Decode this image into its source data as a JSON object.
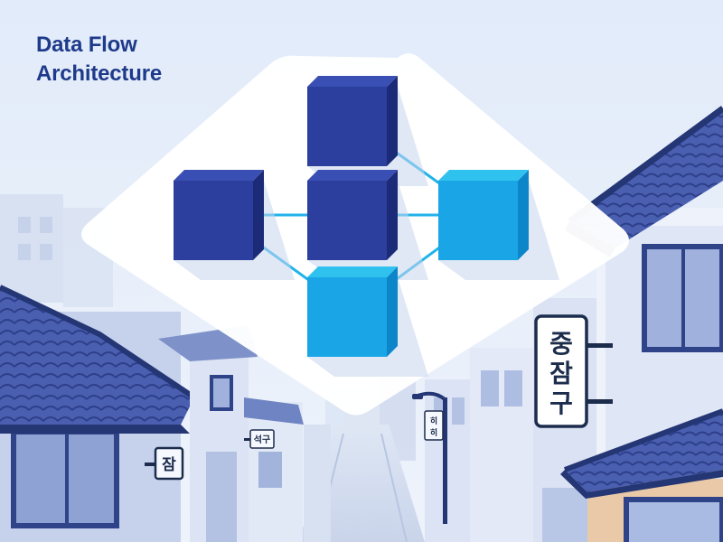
{
  "title": {
    "line1": "Data Flow",
    "line2": "Architecture"
  },
  "signs": {
    "vertical_big": [
      "중",
      "잠",
      "구"
    ],
    "left_small": "잠",
    "mid_small": "석구",
    "pole_small": [
      "히",
      "히"
    ]
  },
  "diagram": {
    "nodes": [
      {
        "id": "top",
        "tone": "dark"
      },
      {
        "id": "left",
        "tone": "dark"
      },
      {
        "id": "center",
        "tone": "dark"
      },
      {
        "id": "right",
        "tone": "light"
      },
      {
        "id": "bottom",
        "tone": "light"
      }
    ],
    "edges": [
      [
        "top",
        "right"
      ],
      [
        "left",
        "right"
      ],
      [
        "left",
        "bottom"
      ],
      [
        "right",
        "bottom"
      ]
    ]
  },
  "colors": {
    "dark_top": "#3a4fb4",
    "dark_left": "#2c3f9e",
    "dark_right": "#1c2b78",
    "light_top": "#30c2ef",
    "light_left": "#1aa6e6",
    "light_right": "#0c85c9",
    "connector": "#22b3e8",
    "title": "#1e3a8a"
  }
}
